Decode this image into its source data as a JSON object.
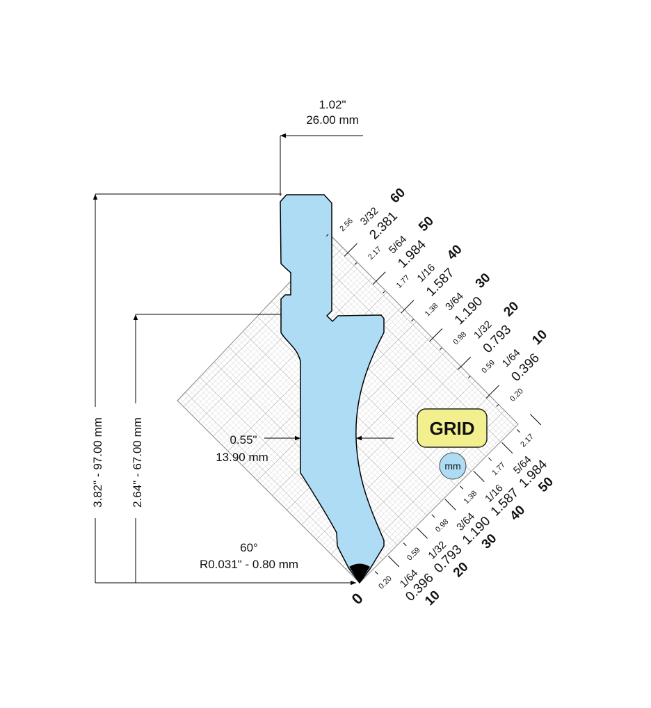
{
  "colors": {
    "punch_fill": "#aedcf4",
    "grid_button": "#f2ef8e",
    "mm_badge": "#aedcf4"
  },
  "dimensions": {
    "width_in": "1.02\"",
    "width_mm": "26.00 mm",
    "total_height": "3.82\" - 97.00 mm",
    "working_height": "2.64\" - 67.00 mm",
    "neck_in": "0.55\"",
    "neck_mm": "13.90 mm",
    "angle": "60°",
    "radius": "R0.031\" - 0.80 mm"
  },
  "grid_button": "GRID",
  "unit_badge": "mm",
  "origin_label": "0",
  "upper_scale": [
    {
      "small": "0.20",
      "frac": "1/64",
      "value": "0.396",
      "mm": "10"
    },
    {
      "small": "0.59",
      "frac": "1/32",
      "value": "0.793",
      "mm": "20"
    },
    {
      "small": "0.98",
      "frac": "3/64",
      "value": "1.190",
      "mm": "30"
    },
    {
      "small": "1.38",
      "frac": "1/16",
      "value": "1.587",
      "mm": "40"
    },
    {
      "small": "1.77",
      "frac": "5/64",
      "value": "1.984",
      "mm": "50"
    },
    {
      "small": "2.17",
      "frac": "3/32",
      "value": "2.381",
      "mm": "60"
    },
    {
      "small": "2.56"
    }
  ],
  "lower_scale": [
    {
      "small": "0.20",
      "frac": "1/64",
      "value": "0.396",
      "mm": "10"
    },
    {
      "small": "0.59",
      "frac": "1/32",
      "value": "0.793",
      "mm": "20"
    },
    {
      "small": "0.98",
      "frac": "3/64",
      "value": "1.190",
      "mm": "30"
    },
    {
      "small": "1.38",
      "frac": "1/16",
      "value": "1.587",
      "mm": "40"
    },
    {
      "small": "1.77",
      "frac": "5/64",
      "value": "1.984",
      "mm": "50"
    },
    {
      "small": "2.17"
    }
  ]
}
